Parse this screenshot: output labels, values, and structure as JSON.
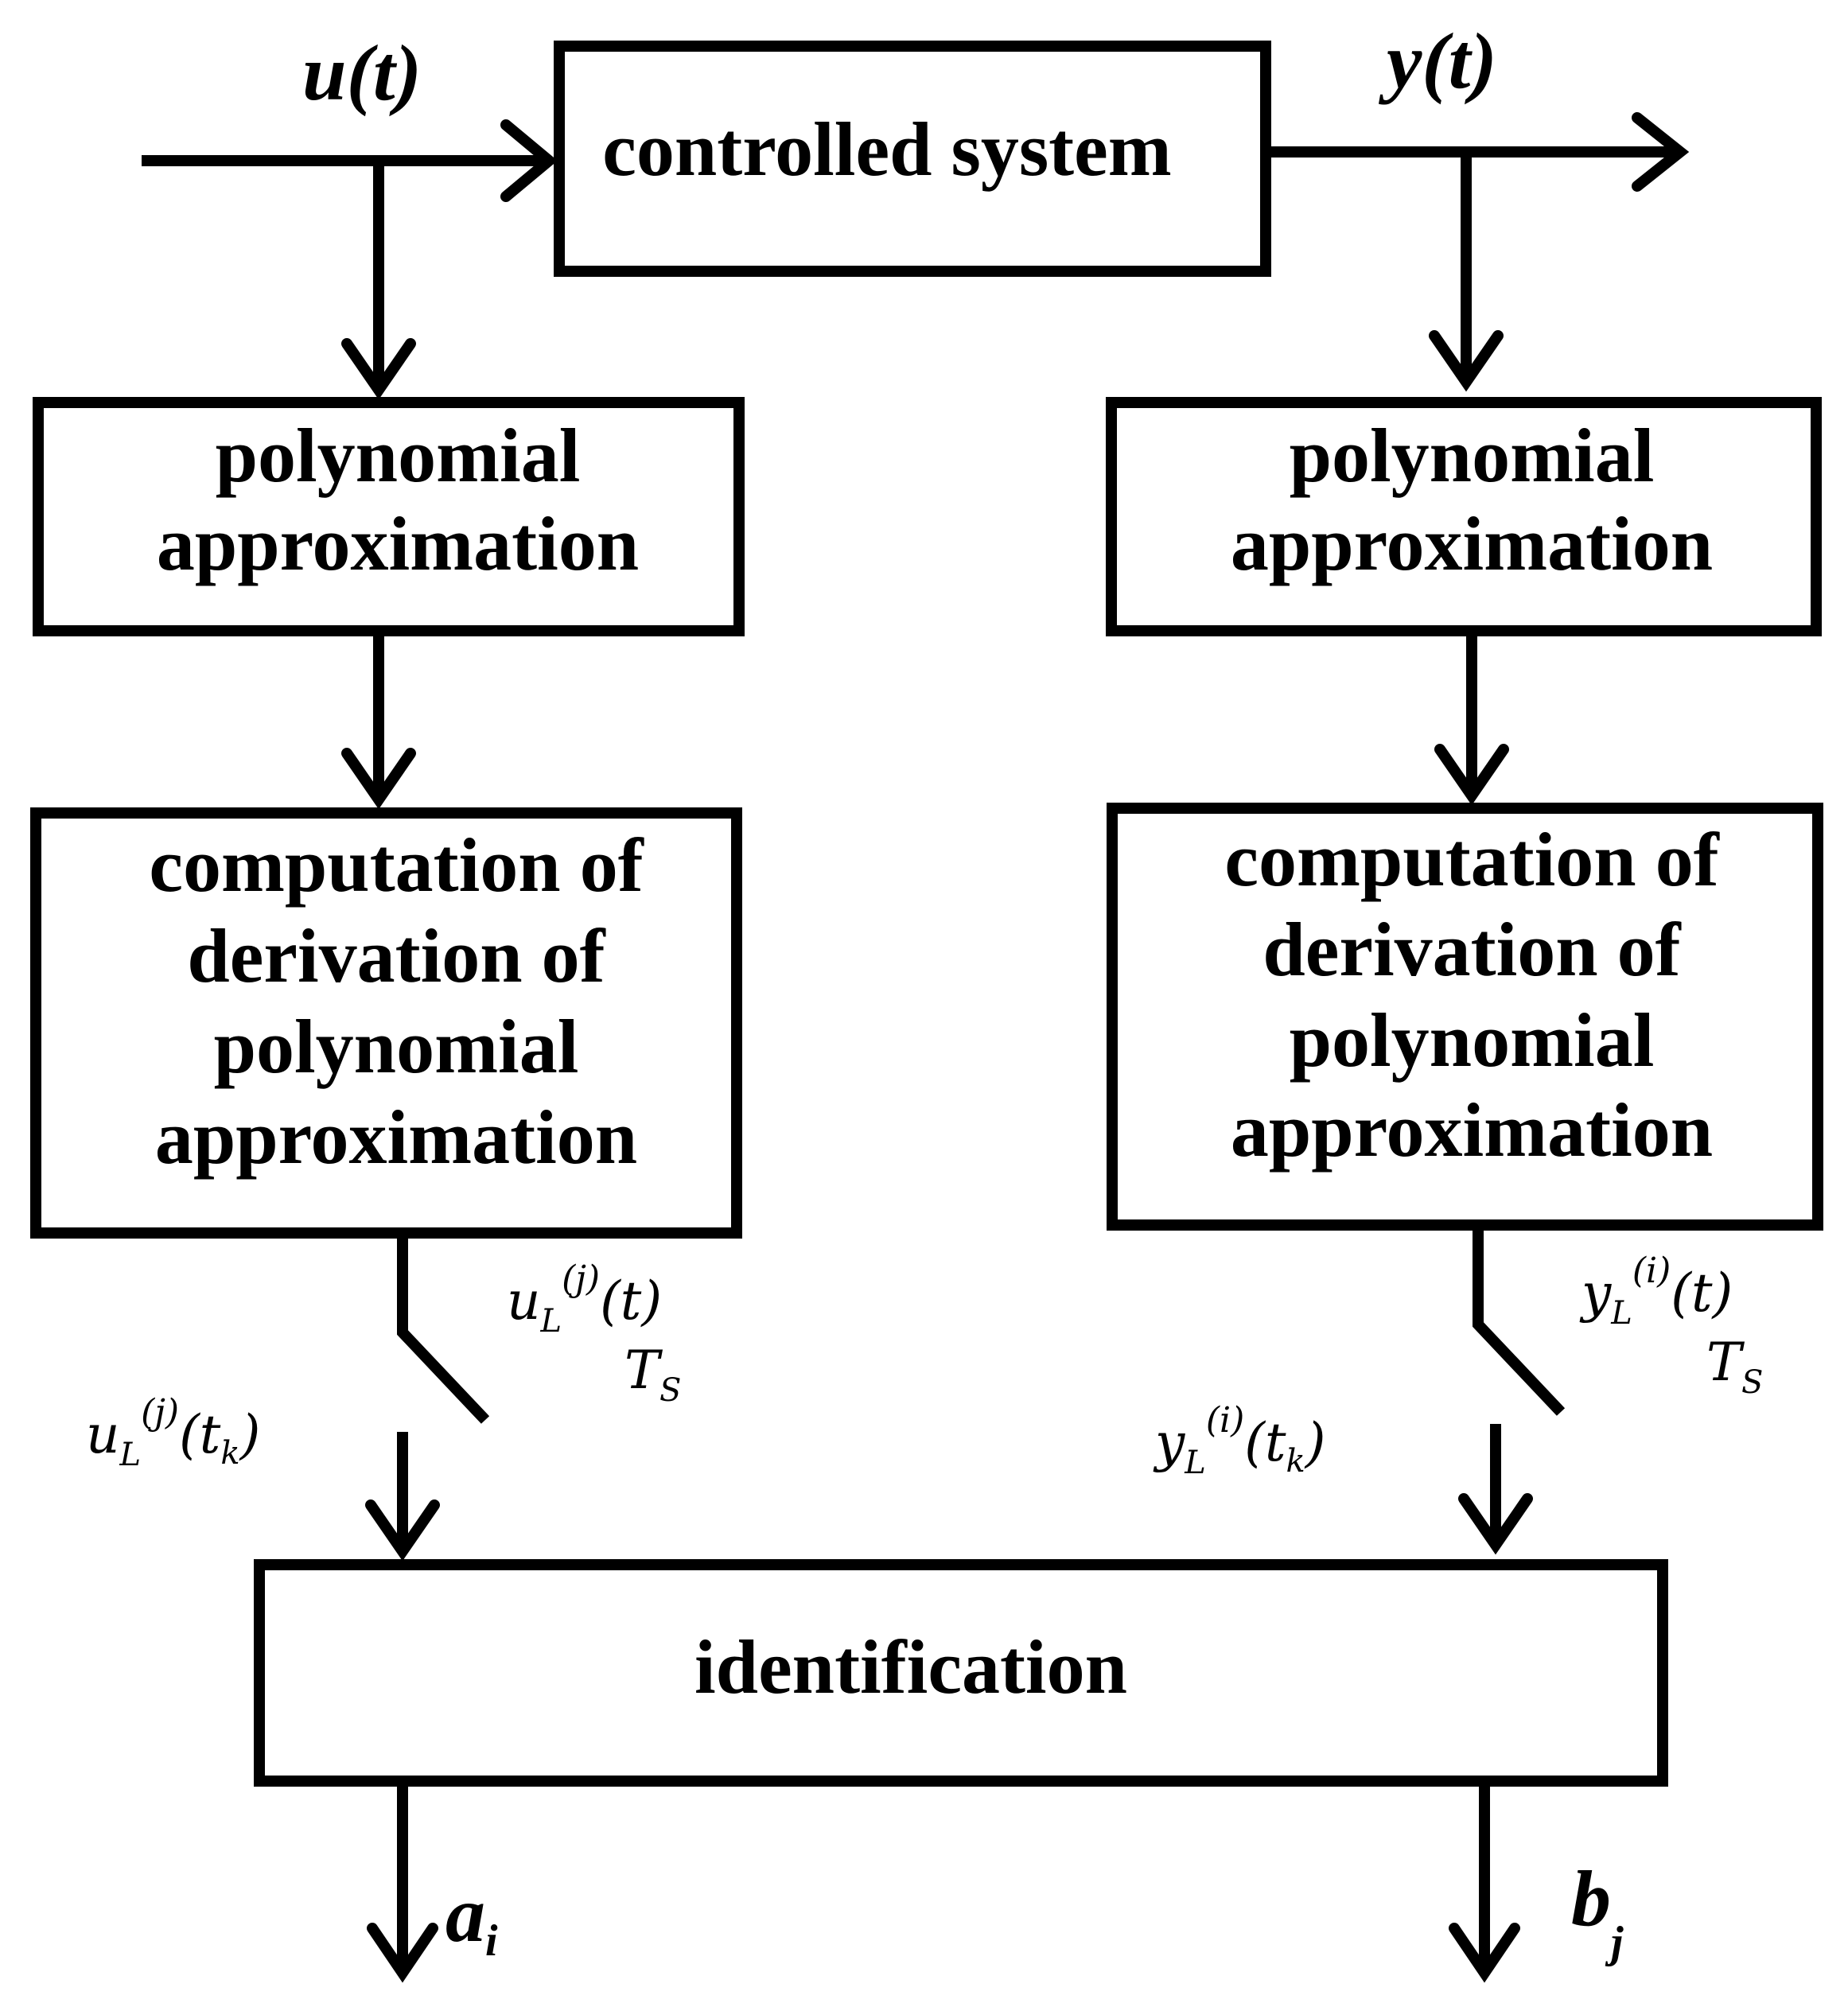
{
  "blocks": {
    "controlled_system": "controlled system",
    "poly_left_line1": "polynomial",
    "poly_left_line2": "approximation",
    "poly_right_line1": "polynomial",
    "poly_right_line2": "approximation",
    "deriv_left_line1": "computation of",
    "deriv_left_line2": "derivation of",
    "deriv_left_line3": "polynomial",
    "deriv_left_line4": "approximation",
    "deriv_right_line1": "computation of",
    "deriv_right_line2": "derivation of",
    "deriv_right_line3": "polynomial",
    "deriv_right_line4": "approximation",
    "identification": "identification"
  },
  "signals": {
    "input": "u(t)",
    "output": "y(t)",
    "out_a": "a",
    "out_a_sub": "i",
    "out_b": "b",
    "out_b_sub": "j"
  },
  "sampler_left": {
    "base": "u",
    "sub": "L",
    "order": "(j)",
    "continuous_arg": "(t)",
    "period": "T",
    "period_sub": "S",
    "sampled_arg_open": "(t",
    "sampled_arg_sub": "k",
    "sampled_arg_close": ")"
  },
  "sampler_right": {
    "base": "y",
    "sub": "L",
    "order": "(i)",
    "continuous_arg": "(t)",
    "period": "T",
    "period_sub": "S",
    "sampled_arg_open": "(t",
    "sampled_arg_sub": "k",
    "sampled_arg_close": ")"
  }
}
